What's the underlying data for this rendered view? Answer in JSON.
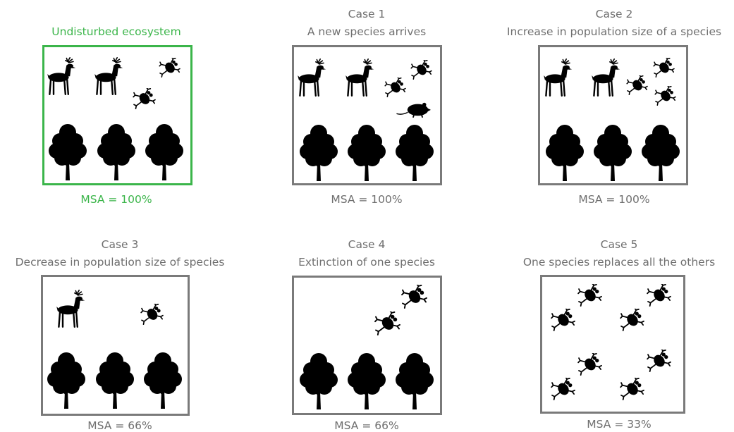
{
  "panels": [
    {
      "line1": "",
      "line2": "Undisturbed ecosystem",
      "msa": "MSA = 100%",
      "accent": "#3bb54a",
      "contents": [
        "deer",
        "deer",
        "frog",
        "frog",
        "tree",
        "tree",
        "tree"
      ]
    },
    {
      "line1": "Case 1",
      "line2": "A new species arrives",
      "msa": "MSA = 100%",
      "accent": "#7a7a7a",
      "contents": [
        "deer",
        "deer",
        "frog",
        "frog",
        "mouse",
        "tree",
        "tree",
        "tree"
      ]
    },
    {
      "line1": "Case 2",
      "line2": "Increase in population size of a species",
      "msa": "MSA = 100%",
      "accent": "#7a7a7a",
      "contents": [
        "deer",
        "deer",
        "frog",
        "frog",
        "frog",
        "tree",
        "tree",
        "tree"
      ]
    },
    {
      "line1": "Case 3",
      "line2": "Decrease in population size of species",
      "msa": "MSA = 66%",
      "accent": "#7a7a7a",
      "contents": [
        "deer",
        "frog",
        "tree",
        "tree",
        "tree"
      ]
    },
    {
      "line1": "Case 4",
      "line2": "Extinction of one species",
      "msa": "MSA = 66%",
      "accent": "#7a7a7a",
      "contents": [
        "frog",
        "frog",
        "tree",
        "tree",
        "tree"
      ]
    },
    {
      "line1": "Case 5",
      "line2": "One species replaces all the others",
      "msa": "MSA = 33%",
      "accent": "#7a7a7a",
      "contents": [
        "frog",
        "frog",
        "frog",
        "frog",
        "frog",
        "frog"
      ]
    }
  ]
}
